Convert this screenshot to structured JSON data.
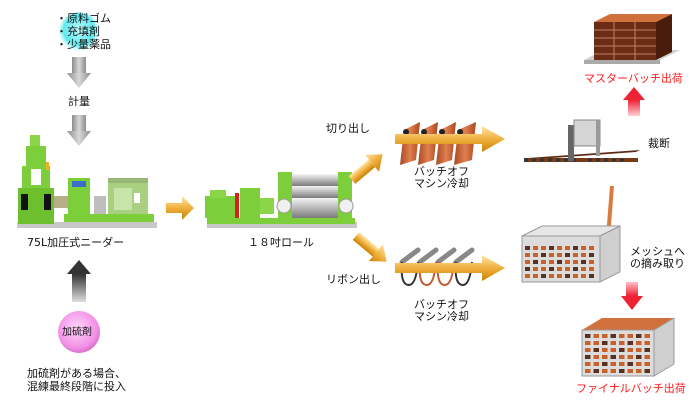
{
  "diagram": {
    "title": "",
    "inputs": {
      "materials": [
        "・原料ゴム",
        "・充填剤",
        "・少量薬品"
      ],
      "weighing": "計量"
    },
    "kneader": {
      "label": "75L加圧式ニーダー"
    },
    "vulcanizer": {
      "ball_label": "加硫剤",
      "note_line1": "加硫剤がある場合、",
      "note_line2": "混練最終段階に投入"
    },
    "roll": {
      "label": "１８吋ロール"
    },
    "branch_top": {
      "label": "切り出し",
      "cooling_line1": "バッチオフ",
      "cooling_line2": "マシン冷却",
      "cut_label": "裁断",
      "output_label": "マスターバッチ出荷"
    },
    "branch_bottom": {
      "label": "リボン出し",
      "cooling_line1": "バッチオフ",
      "cooling_line2": "マシン冷却",
      "mesh_line1": "メッシュへ",
      "mesh_line2": "の摘み取り",
      "output_label": "ファイナルバッチ出荷"
    },
    "colors": {
      "machine_green": "#7ccf3a",
      "arrow_orange": "#e8a020",
      "arrow_red": "#ee3344",
      "arrow_gray": "#a0a0a0",
      "rubber_brown": "#b85a2a",
      "output_text": "#ff1a1a",
      "materials_ball": "#66f0f0",
      "vulcanizer_ball": "#f59ae8"
    }
  }
}
